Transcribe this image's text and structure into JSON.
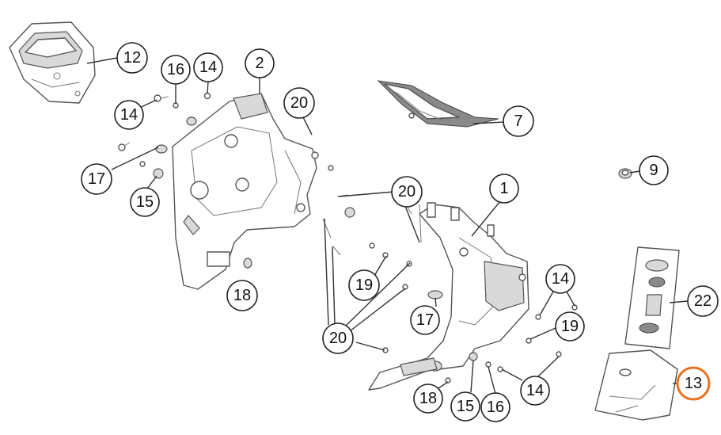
{
  "colors": {
    "line": "#555555",
    "callout_ring": "#222222",
    "highlight_ring": "#e8731f",
    "background": "#ffffff"
  },
  "callouts": [
    {
      "id": "c12",
      "label": "12"
    },
    {
      "id": "c16a",
      "label": "16"
    },
    {
      "id": "c14a",
      "label": "14"
    },
    {
      "id": "c2",
      "label": "2"
    },
    {
      "id": "c20a",
      "label": "20"
    },
    {
      "id": "c14b",
      "label": "14"
    },
    {
      "id": "c17a",
      "label": "17"
    },
    {
      "id": "c15a",
      "label": "15"
    },
    {
      "id": "c7",
      "label": "7"
    },
    {
      "id": "c9",
      "label": "9"
    },
    {
      "id": "c20b",
      "label": "20"
    },
    {
      "id": "c1",
      "label": "1"
    },
    {
      "id": "c19a",
      "label": "19"
    },
    {
      "id": "c18a",
      "label": "18"
    },
    {
      "id": "c17b",
      "label": "17"
    },
    {
      "id": "c20c",
      "label": "20"
    },
    {
      "id": "c14c",
      "label": "14"
    },
    {
      "id": "c19b",
      "label": "19"
    },
    {
      "id": "c22",
      "label": "22"
    },
    {
      "id": "c14d",
      "label": "14"
    },
    {
      "id": "c18b",
      "label": "18"
    },
    {
      "id": "c15b",
      "label": "15"
    },
    {
      "id": "c16b",
      "label": "16"
    },
    {
      "id": "c13",
      "label": "13",
      "highlighted": true
    }
  ]
}
